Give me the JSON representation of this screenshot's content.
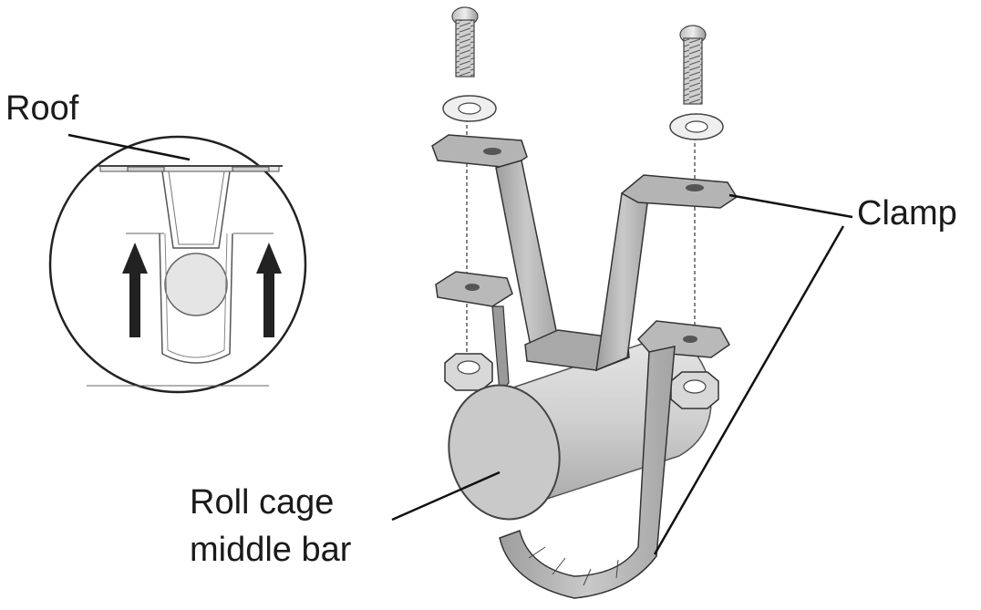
{
  "labels": {
    "roof": "Roof",
    "clamp": "Clamp",
    "roll_cage_line1": "Roll cage",
    "roll_cage_line2": "middle bar"
  },
  "colors": {
    "metal_light": "#d9d9d9",
    "metal_mid": "#b5b5b5",
    "metal_dark": "#8c8c8c",
    "outline": "#3a3a3a",
    "arrow": "#222222",
    "leader": "#111111"
  },
  "icons": {
    "bolt": "bolt-icon",
    "washer": "washer-icon",
    "nut": "hex-nut-icon",
    "arrow": "up-arrow-icon"
  }
}
